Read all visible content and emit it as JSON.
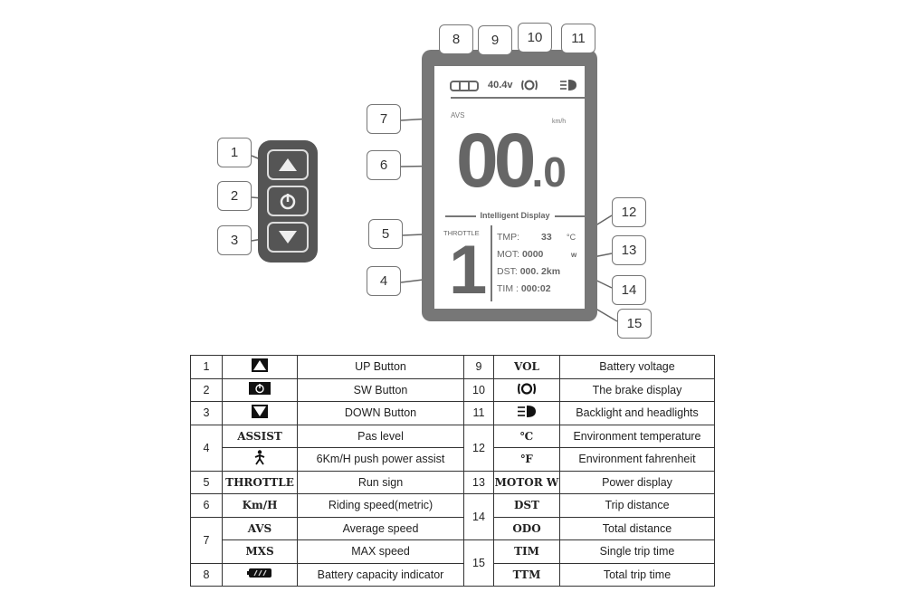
{
  "callouts": [
    "1",
    "2",
    "3",
    "4",
    "5",
    "6",
    "7",
    "8",
    "9",
    "10",
    "11",
    "12",
    "13",
    "14",
    "15"
  ],
  "display": {
    "voltage": "40.4v",
    "avs": "AVS",
    "speed_unit": "km/h",
    "speed_int": "00",
    "speed_dec": ".0",
    "banner": "Intelligent Display",
    "throttle": "THROTTLE",
    "assist_level": "1",
    "tmp_label": "TMP:",
    "tmp_value": "33",
    "tmp_unit": "°C",
    "mot_label": "MOT:",
    "mot_value": "0000",
    "mot_unit": "w",
    "dst_label": "DST:",
    "dst_value": "000. 2km",
    "tim_label": "TIM :",
    "tim_value": "000:02"
  },
  "table": {
    "left": [
      {
        "num": "1",
        "code": "",
        "icon": "up-button-icon",
        "desc": "UP Button"
      },
      {
        "num": "2",
        "code": "",
        "icon": "power-button-icon",
        "desc": "SW Button"
      },
      {
        "num": "3",
        "code": "",
        "icon": "down-button-icon",
        "desc": "DOWN Button"
      },
      {
        "num": "4",
        "code": "ASSIST",
        "desc": "Pas level"
      },
      {
        "num": "",
        "code": "",
        "icon": "walking-person-icon",
        "desc": "6Km/H push power assist"
      },
      {
        "num": "5",
        "code": "THROTTLE",
        "desc": "Run sign"
      },
      {
        "num": "6",
        "code": "Km/H",
        "desc": "Riding speed(metric)"
      },
      {
        "num": "7",
        "code": "AVS",
        "desc": "Average speed"
      },
      {
        "num": "",
        "code": "MXS",
        "desc": "MAX speed"
      },
      {
        "num": "8",
        "code": "",
        "icon": "battery-icon",
        "desc": "Battery capacity indicator"
      }
    ],
    "right": [
      {
        "num": "9",
        "code": "VOL",
        "desc": "Battery voltage"
      },
      {
        "num": "10",
        "code": "",
        "icon": "brake-icon",
        "desc": "The brake display"
      },
      {
        "num": "11",
        "code": "",
        "icon": "headlight-icon",
        "desc": "Backlight and headlights"
      },
      {
        "num": "12",
        "code": "℃",
        "desc": "Environment temperature"
      },
      {
        "num": "",
        "code": "℉",
        "desc": "Environment fahrenheit"
      },
      {
        "num": "13",
        "code": "MOTOR W",
        "desc": "Power display"
      },
      {
        "num": "14",
        "code": "DST",
        "desc": "Trip distance"
      },
      {
        "num": "",
        "code": "ODO",
        "desc": "Total distance"
      },
      {
        "num": "15",
        "code": "TIM",
        "desc": "Single trip time"
      },
      {
        "num": "",
        "code": "TTM",
        "desc": "Total trip time"
      }
    ]
  }
}
